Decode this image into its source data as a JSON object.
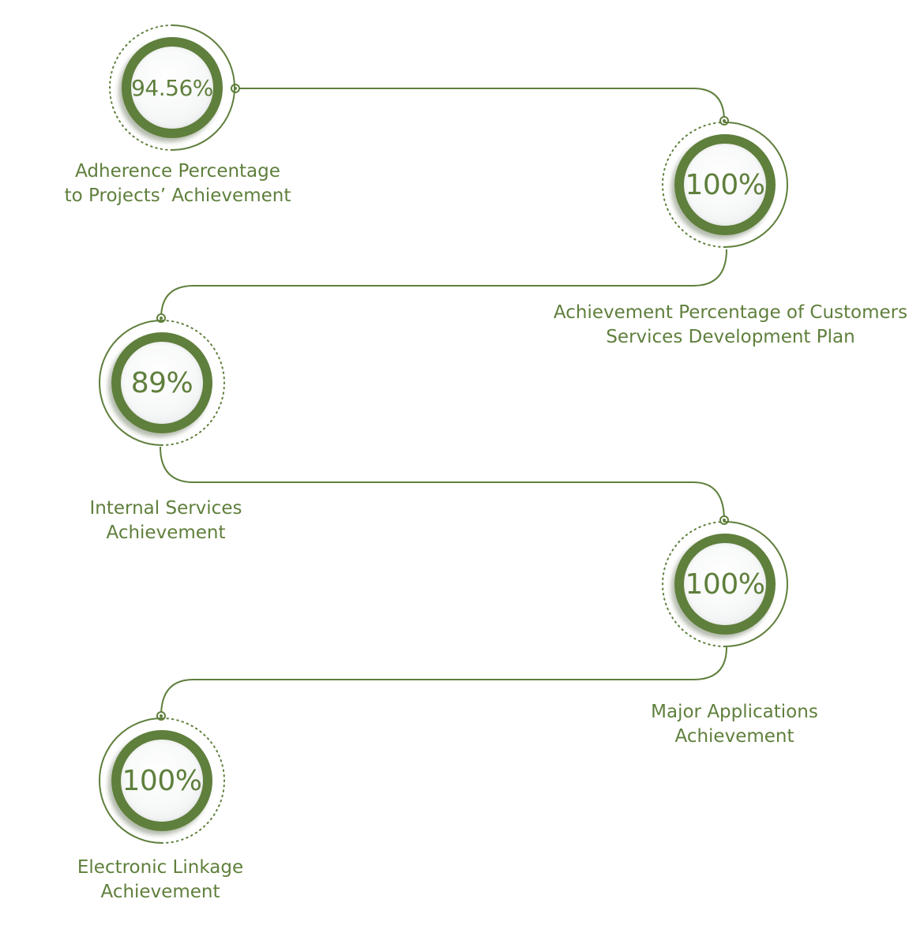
{
  "accent_color": "#5f7f3c",
  "items": [
    {
      "value": "94.56%",
      "label_lines": [
        "Adherence Percentage",
        "to Projects’ Achievement"
      ]
    },
    {
      "value": "100%",
      "label_lines": [
        "Achievement Percentage of Customers",
        "Services Development Plan"
      ]
    },
    {
      "value": "89%",
      "label_lines": [
        "Internal Services",
        "Achievement"
      ]
    },
    {
      "value": "100%",
      "label_lines": [
        "Major Applications",
        "Achievement"
      ]
    },
    {
      "value": "100%",
      "label_lines": [
        "Electronic Linkage",
        "Achievement"
      ]
    }
  ]
}
